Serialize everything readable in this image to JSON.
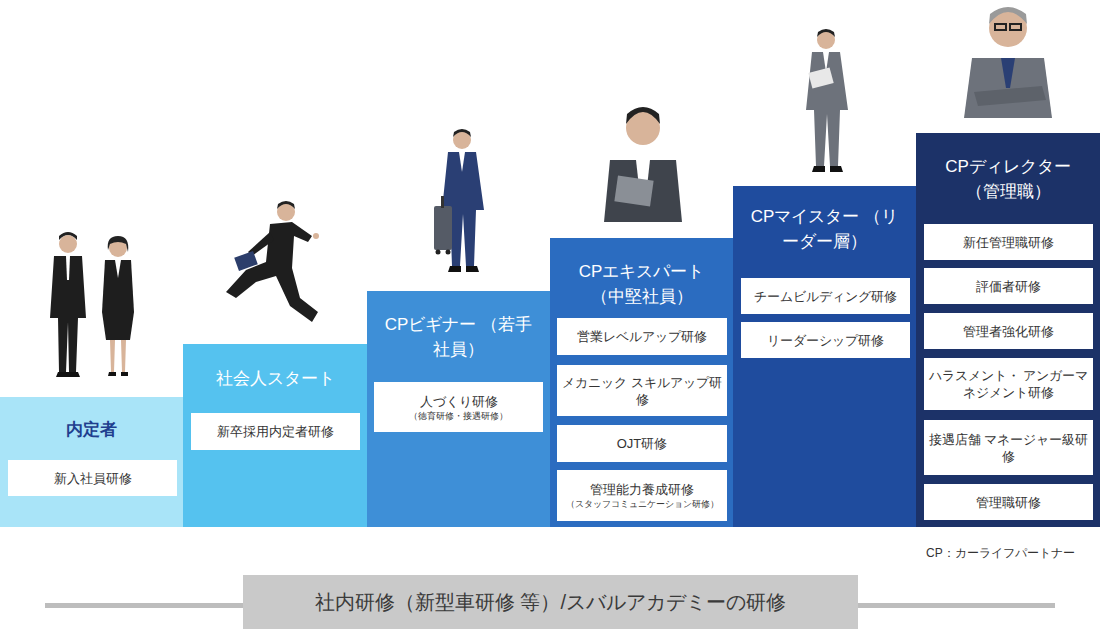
{
  "diagram": {
    "nodes": [
      {
        "text": [
          "内定者"
        ]
      },
      {
        "text": [
          "新入社員研修"
        ],
        "in": 0
      },
      {
        "text": [
          "社会人スタート"
        ]
      },
      {
        "text": [
          "新卒採用内定者研修"
        ],
        "in": 2
      },
      {
        "text": [
          "CPビギナー （若手社員）"
        ]
      },
      {
        "text": [
          "人づくり研修",
          "（徳育研修・接遇研修）"
        ],
        "in": 4
      },
      {
        "text": [
          "CPエキスパート （中堅社員）"
        ]
      },
      {
        "text": [
          "営業レベルアップ研修"
        ],
        "in": 6
      },
      {
        "text": [
          "メカニック スキルアップ研修"
        ],
        "in": 6
      },
      {
        "text": [
          "OJT研修"
        ],
        "in": 6
      },
      {
        "text": [
          "管理能力養成研修",
          "（スタッフコミュニケーション研修）"
        ],
        "in": 6
      },
      {
        "text": [
          "CPマイスター （リーダー層）"
        ]
      },
      {
        "text": [
          "チームビルディング研修"
        ],
        "in": 11
      },
      {
        "text": [
          "リーダーシップ研修"
        ],
        "in": 11
      },
      {
        "text": [
          "CPディレクター （管理職）"
        ]
      },
      {
        "text": [
          "新任管理職研修"
        ],
        "in": 14
      },
      {
        "text": [
          "評価者研修"
        ],
        "in": 14
      },
      {
        "text": [
          "管理者強化研修"
        ],
        "in": 14
      },
      {
        "text": [
          "ハラスメント・ アンガーマネジメント研修"
        ],
        "in": 14
      },
      {
        "text": [
          "接遇店舗 マネージャー級研修"
        ],
        "in": 14
      },
      {
        "text": [
          "管理職研修"
        ],
        "in": 14
      },
      {
        "text": [
          "社内研修（新型車研修 等）/スバルアカデミーの研修"
        ]
      }
    ],
    "labels": [
      "CP：カーライフパートナー"
    ]
  }
}
